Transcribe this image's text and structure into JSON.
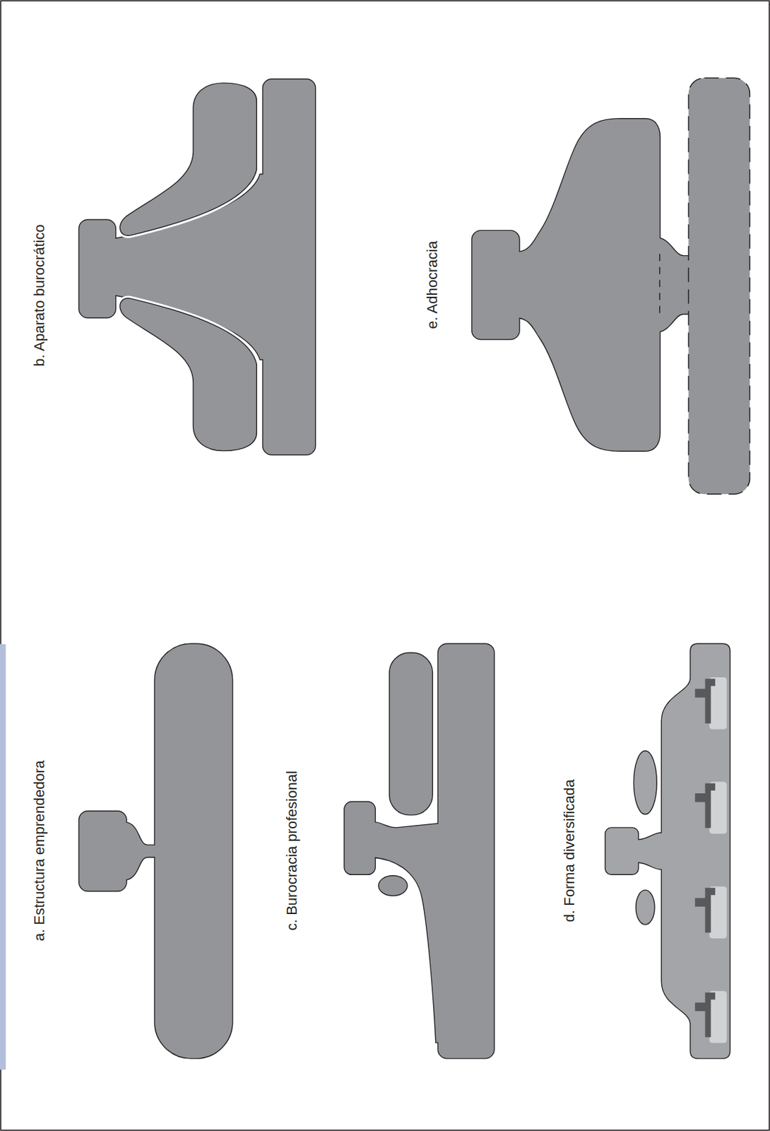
{
  "diagram": {
    "labels": [
      "a. Estructura emprendedora",
      "b. Aparato burocrático",
      "c. Burocracia profesional",
      "d. Forma diversificada",
      "e. Adhocracia"
    ]
  }
}
